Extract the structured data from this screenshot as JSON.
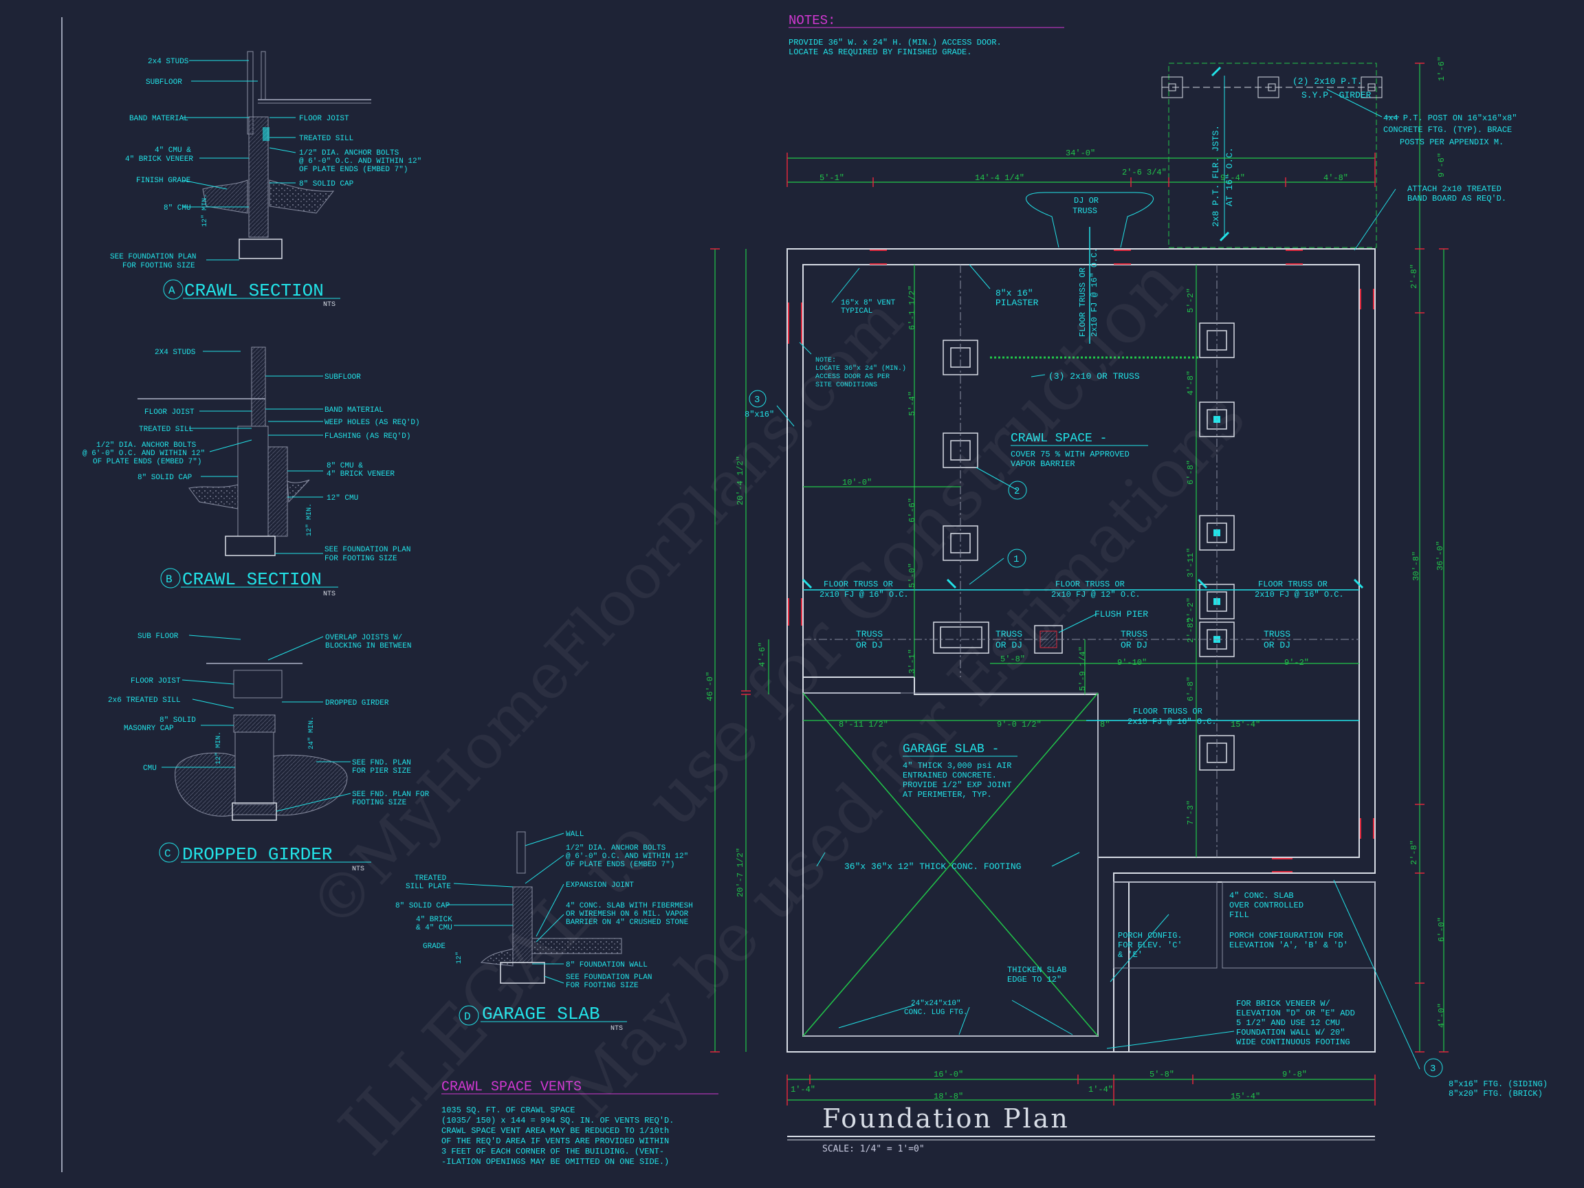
{
  "title": "Foundation Plan",
  "scale": "SCALE: 1/4\" = 1'=0\"",
  "watermark": [
    "ILLEGAL to use for Construction",
    "May be used for Estimations",
    "©MyHomeFloorPlans.com"
  ],
  "notes": {
    "heading": "NOTES:",
    "lines": [
      "PROVIDE 36\" W. x 24\" H. (MIN.) ACCESS DOOR.",
      "LOCATE AS REQUIRED BY FINISHED GRADE."
    ]
  },
  "crawl_vents": {
    "heading": "CRAWL SPACE VENTS",
    "lines": [
      "1035 SQ. FT. OF CRAWL SPACE",
      "(1035/ 150) x 144 = 994 SQ. IN. OF VENTS REQ'D.",
      "CRAWL SPACE VENT AREA MAY BE REDUCED TO 1/10th",
      "OF THE REQ'D AREA IF VENTS ARE PROVIDED WITHIN",
      "3 FEET OF EACH CORNER OF THE BUILDING.  (VENT-",
      "-ILATION OPENINGS MAY BE OMITTED ON ONE SIDE.)"
    ]
  },
  "details": {
    "a": {
      "letter": "A",
      "title": "CRAWL SECTION",
      "nts": "NTS",
      "labels": [
        "2x4 STUDS",
        "SUBFLOOR",
        "BAND MATERIAL",
        "4\" CMU &",
        "4\" BRICK VENEER",
        "FINISH GRADE",
        "8\" CMU",
        "SEE FOUNDATION PLAN",
        "FOR FOOTING SIZE",
        "FLOOR JOIST",
        "TREATED SILL",
        "1/2\" DIA. ANCHOR BOLTS",
        "@ 6'-0\" O.C. AND WITHIN 12\"",
        "OF PLATE ENDS (EMBED 7\")",
        "8\" SOLID CAP",
        "12\" MIN."
      ]
    },
    "b": {
      "letter": "B",
      "title": "CRAWL SECTION",
      "nts": "NTS",
      "labels": [
        "2X4 STUDS",
        "FLOOR JOIST",
        "TREATED SILL",
        "1/2\" DIA. ANCHOR BOLTS",
        "@ 6'-0\" O.C. AND WITHIN 12\"",
        "OF PLATE ENDS (EMBED 7\")",
        "8\" SOLID CAP",
        "SUBFLOOR",
        "BAND MATERIAL",
        "WEEP HOLES (AS REQ'D)",
        "FLASHING (AS REQ'D)",
        "8\" CMU &",
        "4\" BRICK VENEER",
        "12\" CMU",
        "SEE FOUNDATION PLAN",
        "FOR FOOTING SIZE",
        "12\" MIN."
      ]
    },
    "c": {
      "letter": "C",
      "title": "DROPPED GIRDER",
      "nts": "NTS",
      "labels": [
        "SUB FLOOR",
        "FLOOR JOIST",
        "2x6 TREATED SILL",
        "8\" SOLID",
        "MASONRY CAP",
        "CMU",
        "OVERLAP JOISTS W/",
        "BLOCKING IN BETWEEN",
        "DROPPED GIRDER",
        "SEE FND. PLAN",
        "FOR PIER SIZE",
        "SEE FND. PLAN FOR",
        "FOOTING SIZE",
        "12\" MIN.",
        "24\" MIN."
      ]
    },
    "d": {
      "letter": "D",
      "title": "GARAGE SLAB",
      "nts": "NTS",
      "labels": [
        "WALL",
        "1/2\" DIA. ANCHOR BOLTS",
        "@ 6'-0\" O.C. AND WITHIN 12\"",
        "OF PLATE ENDS (EMBED 7\")",
        "TREATED",
        "SILL PLATE",
        "8\" SOLID CAP",
        "4\" BRICK",
        "& 4\" CMU",
        "GRADE",
        "EXPANSION JOINT",
        "4\" CONC. SLAB WITH FIBERMESH",
        "OR WIREMESH ON 6 MIL. VAPOR",
        "BARRIER ON 4\" CRUSHED STONE",
        "8\" FOUNDATION WALL",
        "SEE FOUNDATION PLAN",
        "FOR FOOTING SIZE",
        "12\""
      ]
    }
  },
  "plan": {
    "dims_top": [
      "34'-0\"",
      "5'-1\"",
      "14'-4 1/4\"",
      "2'-6 3/4\"",
      "9'-4\"",
      "4'-8\""
    ],
    "dims_bottom": [
      "1'-4\"",
      "16'-0\"",
      "1'-4\"",
      "5'-8\"",
      "9'-8\"",
      "18'-8\"",
      "15'-4\""
    ],
    "dims_left": [
      "20'-4 1/2\"",
      "46'-0\"",
      "20'-7 1/2\"",
      "4'-6\""
    ],
    "dims_right": [
      "1'-6\"",
      "9'-6\"",
      "2'-8\"",
      "30'-8\"",
      "36'-0\"",
      "2'-8\"",
      "6'-0\"",
      "4'-0\""
    ],
    "dims_inner": [
      "6'-1 1/2\"",
      "5'-4\"",
      "6'-6\"",
      "5'-0\"",
      "3'-1\"",
      "10'-0\"",
      "5'-8\"",
      "9'-10\"",
      "9'-2\"",
      "5'-9 1/4\"",
      "8'-11 1/2\"",
      "9'-0 1/2\"",
      "8\"",
      "15'-4\"",
      "5'-2\"",
      "4'-8\"",
      "6'-8\"",
      "3'-11\"",
      "2'-2\"",
      "2'-8\"",
      "6'-8\"",
      "7'-3\""
    ],
    "callouts": [
      {
        "tag": "1"
      },
      {
        "tag": "2"
      },
      {
        "tag": "3",
        "text": "8\"x16\""
      },
      {
        "tag": "3",
        "text": "8\"x16\" FTG. (SIDING)",
        "text2": "8\"x20\" FTG. (BRICK)"
      }
    ],
    "labels": {
      "girder": "(2) 2x10 P.T.",
      "girder2": "S.Y.P. GIRDER",
      "post": "4x4 P.T. POST ON 16\"x16\"x8\"",
      "post2": "CONCRETE FTG. (TYP). BRACE",
      "post3": "POSTS PER APPENDIX M.",
      "band": "ATTACH 2x10 TREATED",
      "band2": "BAND BOARD AS REQ'D.",
      "porch_joists": "2x8 P.T. FLR. JSTS.",
      "porch_joists2": "AT 16\" O.C.",
      "dj": "DJ OR",
      "dj2": "TRUSS",
      "floor_truss_v": "FLOOR TRUSS OR",
      "floor_truss_v2": "2x10 FJ @ 16\" O.C.",
      "vent": "16\"x 8\" VENT",
      "vent2": "TYPICAL",
      "pilaster": "8\"x 16\"",
      "pilaster2": "PILASTER",
      "access1": "NOTE:",
      "access2": "LOCATE 36\"x 24\" (MIN.)",
      "access3": "ACCESS DOOR AS PER",
      "access4": "SITE CONDITIONS",
      "triple": "(3) 2x10 OR TRUSS",
      "crawl": "CRAWL SPACE -",
      "crawl2": "COVER 75 % WITH APPROVED",
      "crawl3": "VAPOR BARRIER",
      "ft1": "FLOOR TRUSS OR",
      "ft1b": "2x10 FJ @ 16\" O.C.",
      "ft2": "FLOOR TRUSS OR",
      "ft2b": "2x10 FJ @ 12\" O.C.",
      "ft3": "FLOOR TRUSS OR",
      "ft3b": "2x10 FJ @ 16\" O.C.",
      "ft4": "FLOOR TRUSS OR",
      "ft4b": "2x10 FJ @ 16\" O.C.",
      "flush": "FLUSH PIER",
      "truss1": "TRUSS",
      "truss1b": "OR DJ",
      "truss2": "TRUSS",
      "truss2b": "OR DJ",
      "truss3": "TRUSS",
      "truss3b": "OR DJ",
      "truss4": "TRUSS",
      "truss4b": "OR DJ",
      "garage": "GARAGE SLAB -",
      "garage2": "4\" THICK 3,000 psi AIR",
      "garage3": "ENTRAINED CONCRETE.",
      "garage4": "PROVIDE 1/2\" EXP JOINT",
      "garage5": "AT PERIMETER, TYP.",
      "footing": "36\"x 36\"x 12\" THICK CONC. FOOTING",
      "thicken": "THICKEN SLAB",
      "thicken2": "EDGE TO 12\"",
      "lug": "24\"x24\"x10\"",
      "lug2": "CONC. LUG FTG.",
      "porch1": "PORCH CONFIG.",
      "porch1b": "FOR ELEV. 'C'",
      "porch1c": "& 'E'",
      "slab": "4\" CONC. SLAB",
      "slab2": "OVER CONTROLLED",
      "slab3": "FILL",
      "porch2": "PORCH CONFIGURATION FOR",
      "porch2b": "ELEVATION 'A', 'B' & 'D'",
      "brick": "FOR BRICK VENEER W/",
      "brick2": "ELEVATION \"D\" OR \"E\" ADD",
      "brick3": "5 1/2\" AND USE 12 CMU",
      "brick4": "FOUNDATION WALL W/ 20\"",
      "brick5": "WIDE CONTINUOUS FOOTING"
    }
  },
  "colors": {
    "background": "#1e2336",
    "cyan": "#22e3e8",
    "green": "#21c84a",
    "red": "#e0283c",
    "magenta": "#d238d2",
    "white": "#d8dde6",
    "gray": "#8a8fa3"
  }
}
